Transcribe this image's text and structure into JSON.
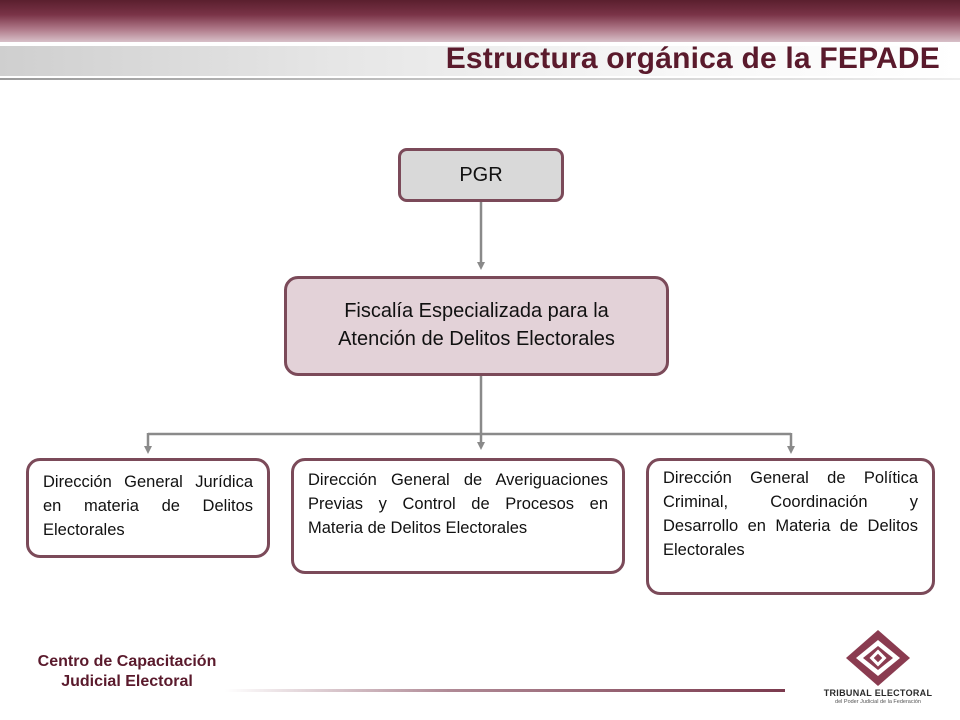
{
  "title": "Estructura orgánica de la FEPADE",
  "nodes": {
    "pgr": "PGR",
    "fepade": "Fiscalía Especializada para la Atención de Delitos Electorales",
    "children": [
      "Dirección General Jurídica en materia de Delitos Electorales",
      "Dirección General de Averiguaciones Previas y Control de Procesos en Materia de Delitos Electorales",
      "Dirección General de Política Criminal, Coordinación y Desarrollo en Materia de Delitos Electorales"
    ]
  },
  "footer": {
    "line1": "Centro de Capacitación",
    "line2": "Judicial Electoral"
  },
  "logo": {
    "name": "TRIBUNAL ELECTORAL",
    "subtitle": "del Poder Judicial de la Federación",
    "icon": "tribunal-electoral-logo-icon"
  },
  "colors": {
    "brand": "#5a1a2c",
    "box_border": "#7b4a59",
    "pgr_fill": "#d9d9d9",
    "fepade_fill": "#e3d2d8"
  }
}
